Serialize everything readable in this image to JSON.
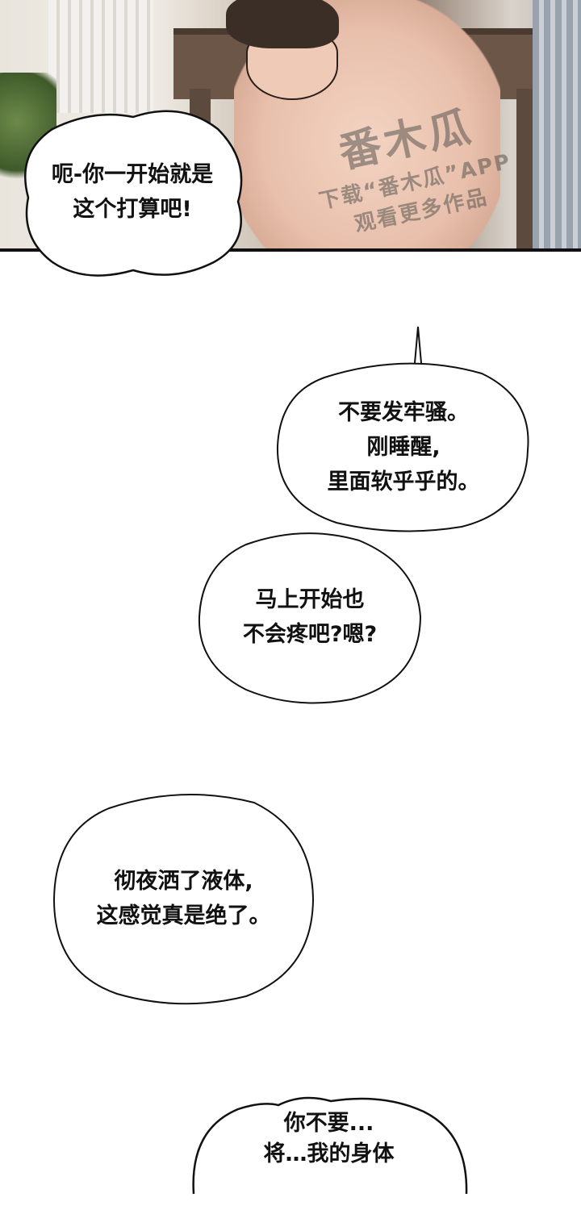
{
  "panel": {
    "watermark": {
      "logo": "番木瓜",
      "line1": "下载“番木瓜”APP",
      "line2": "观看更多作品"
    }
  },
  "bubbles": [
    {
      "lines": [
        "呃-你一开始就是",
        "这个打算吧!"
      ]
    },
    {
      "lines": [
        "不要发牢骚。",
        "刚睡醒,",
        "里面软乎乎的。"
      ]
    },
    {
      "lines": [
        "马上开始也",
        "不会疼吧?嗯?"
      ]
    },
    {
      "lines": [
        "彻夜洒了液体,",
        "这感觉真是绝了。"
      ]
    },
    {
      "lines": [
        "你不要...",
        "将…我的身体"
      ]
    }
  ]
}
